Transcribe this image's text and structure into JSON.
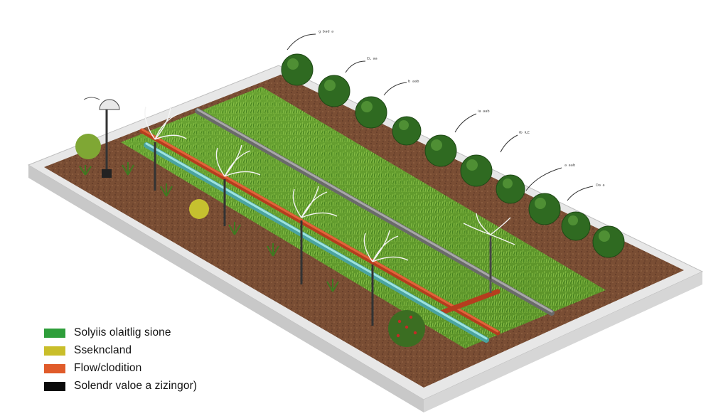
{
  "colors": {
    "wall": "#e4e4e4",
    "soil": "#7a4e34",
    "grass": "#5f9c2e",
    "shrub": "#2f6a21",
    "pipe_blue": "#6cc7c3",
    "pipe_red": "#d9512c",
    "pipe_gray": "#8a8a8a"
  },
  "callouts": [
    {
      "id": "callout-1",
      "text": "ᵍ ᵇᵃᵈ ᵃ"
    },
    {
      "id": "callout-2",
      "text": "ᴱᴸ ᵃᵃ"
    },
    {
      "id": "callout-3",
      "text": "ᵇ ᵃᵃᵇ"
    },
    {
      "id": "callout-4",
      "text": "ᴵᵃ ᵃᵃᵇ"
    },
    {
      "id": "callout-5",
      "text": "ᴵᵇ ᴵᴸᴱ"
    },
    {
      "id": "callout-6",
      "text": "ᵃ ᵃᵃᵇ"
    },
    {
      "id": "callout-7",
      "text": "ᴰᵃ ᵃ"
    }
  ],
  "legend": [
    {
      "label": "Solyiis olaitlig sione",
      "color": "#2e9e3a"
    },
    {
      "label": "Ssekncland",
      "color": "#c9be2a"
    },
    {
      "label": "Flow/clodition",
      "color": "#e05b2a"
    },
    {
      "label": "Solendr valoe a zizingor)",
      "color": "#0a0a0a"
    }
  ]
}
